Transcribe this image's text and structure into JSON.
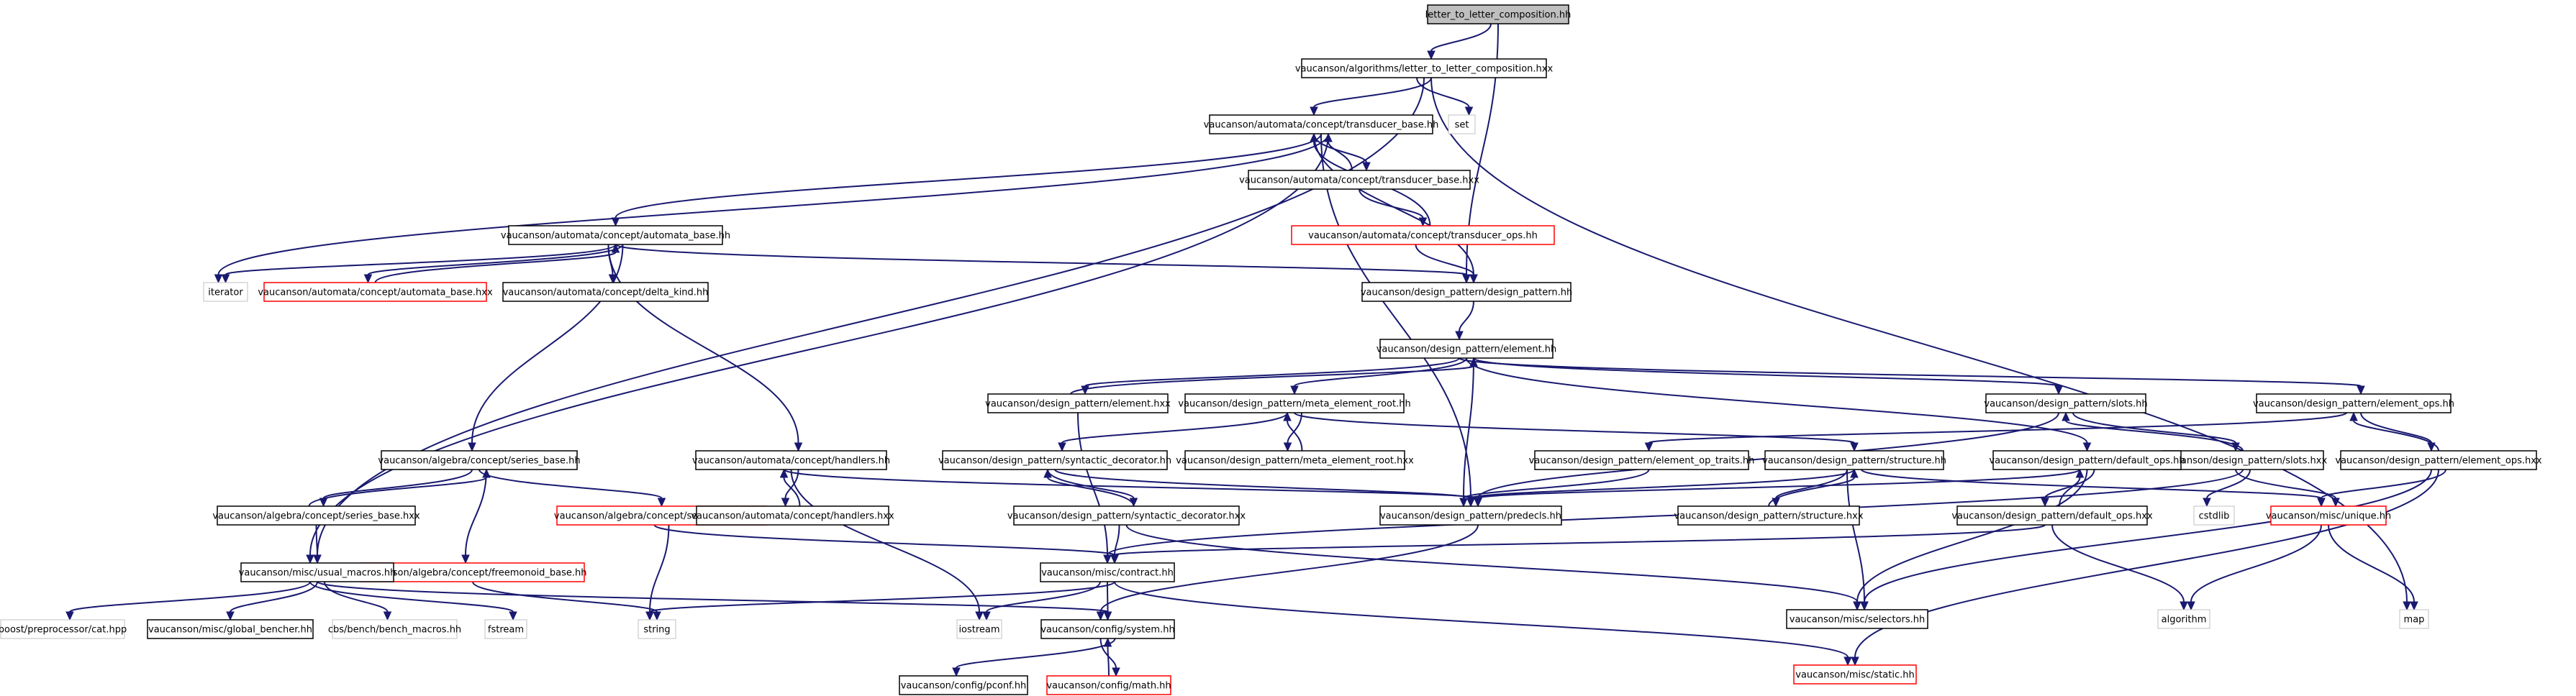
{
  "colors": {
    "edge": "#191970",
    "border_normal": "#000000",
    "border_truncated": "#ff0000",
    "border_external": "#c0c0c0",
    "fill_root": "#bfbfbf",
    "fill_default": "#ffffff"
  },
  "nodes": [
    {
      "id": "n_root",
      "label": "letter_to_letter_composition.hh",
      "style": "root"
    },
    {
      "id": "n_ltl_hxx",
      "label": "vaucanson/algorithms/letter_to_letter_composition.hxx",
      "style": "normal"
    },
    {
      "id": "n_set",
      "label": "set",
      "style": "external"
    },
    {
      "id": "n_map",
      "label": "map",
      "style": "external"
    },
    {
      "id": "n_tb_hh",
      "label": "vaucanson/automata/concept/transducer_base.hh",
      "style": "normal"
    },
    {
      "id": "n_tb_hxx",
      "label": "vaucanson/automata/concept/transducer_base.hxx",
      "style": "normal"
    },
    {
      "id": "n_tops",
      "label": "vaucanson/automata/concept/transducer_ops.hh",
      "style": "truncated"
    },
    {
      "id": "n_ab_hh",
      "label": "vaucanson/automata/concept/automata_base.hh",
      "style": "normal"
    },
    {
      "id": "n_iterator",
      "label": "iterator",
      "style": "external"
    },
    {
      "id": "n_ab_hxx",
      "label": "vaucanson/automata/concept/automata_base.hxx",
      "style": "truncated"
    },
    {
      "id": "n_delta",
      "label": "vaucanson/automata/concept/delta_kind.hh",
      "style": "normal"
    },
    {
      "id": "n_dp_hh",
      "label": "vaucanson/design_pattern/design_pattern.hh",
      "style": "normal"
    },
    {
      "id": "n_el_hh",
      "label": "vaucanson/design_pattern/element.hh",
      "style": "normal"
    },
    {
      "id": "n_el_hxx",
      "label": "vaucanson/design_pattern/element.hxx",
      "style": "normal"
    },
    {
      "id": "n_mer_hh",
      "label": "vaucanson/design_pattern/meta_element_root.hh",
      "style": "normal"
    },
    {
      "id": "n_mer_hxx",
      "label": "vaucanson/design_pattern/meta_element_root.hxx",
      "style": "normal"
    },
    {
      "id": "n_slots_hh",
      "label": "vaucanson/design_pattern/slots.hh",
      "style": "normal"
    },
    {
      "id": "n_slots_hxx",
      "label": "vaucanson/design_pattern/slots.hxx",
      "style": "normal"
    },
    {
      "id": "n_eops_hh",
      "label": "vaucanson/design_pattern/element_ops.hh",
      "style": "normal"
    },
    {
      "id": "n_eops_hxx",
      "label": "vaucanson/design_pattern/element_ops.hxx",
      "style": "normal"
    },
    {
      "id": "n_eopt",
      "label": "vaucanson/design_pattern/element_op_traits.hh",
      "style": "normal"
    },
    {
      "id": "n_syn_hh",
      "label": "vaucanson/design_pattern/syntactic_decorator.hh",
      "style": "normal"
    },
    {
      "id": "n_syn_hxx",
      "label": "vaucanson/design_pattern/syntactic_decorator.hxx",
      "style": "normal"
    },
    {
      "id": "n_str_hh",
      "label": "vaucanson/design_pattern/structure.hh",
      "style": "normal"
    },
    {
      "id": "n_str_hxx",
      "label": "vaucanson/design_pattern/structure.hxx",
      "style": "normal"
    },
    {
      "id": "n_dops_hh",
      "label": "vaucanson/design_pattern/default_ops.hh",
      "style": "normal"
    },
    {
      "id": "n_dops_hxx",
      "label": "vaucanson/design_pattern/default_ops.hxx",
      "style": "normal"
    },
    {
      "id": "n_predecls",
      "label": "vaucanson/design_pattern/predecls.hh",
      "style": "normal"
    },
    {
      "id": "n_sb_hh",
      "label": "vaucanson/algebra/concept/series_base.hh",
      "style": "normal"
    },
    {
      "id": "n_sb_hxx",
      "label": "vaucanson/algebra/concept/series_base.hxx",
      "style": "normal"
    },
    {
      "id": "n_semiring",
      "label": "vaucanson/algebra/concept/semiring_base.hh",
      "style": "truncated"
    },
    {
      "id": "n_freemonoid",
      "label": "vaucanson/algebra/concept/freemonoid_base.hh",
      "style": "truncated"
    },
    {
      "id": "n_handlers_hh",
      "label": "vaucanson/automata/concept/handlers.hh",
      "style": "normal"
    },
    {
      "id": "n_handlers_hxx",
      "label": "vaucanson/automata/concept/handlers.hxx",
      "style": "normal"
    },
    {
      "id": "n_usual",
      "label": "vaucanson/misc/usual_macros.hh",
      "style": "normal"
    },
    {
      "id": "n_contract",
      "label": "vaucanson/misc/contract.hh",
      "style": "normal"
    },
    {
      "id": "n_selectors",
      "label": "vaucanson/misc/selectors.hh",
      "style": "normal"
    },
    {
      "id": "n_unique",
      "label": "vaucanson/misc/unique.hh",
      "style": "truncated"
    },
    {
      "id": "n_cstdlib",
      "label": "cstdlib",
      "style": "external"
    },
    {
      "id": "n_algorithm",
      "label": "algorithm",
      "style": "external"
    },
    {
      "id": "n_static",
      "label": "vaucanson/misc/static.hh",
      "style": "truncated"
    },
    {
      "id": "n_sys",
      "label": "vaucanson/config/system.hh",
      "style": "normal"
    },
    {
      "id": "n_pconf",
      "label": "vaucanson/config/pconf.hh",
      "style": "normal"
    },
    {
      "id": "n_math",
      "label": "vaucanson/config/math.hh",
      "style": "truncated"
    },
    {
      "id": "n_boost",
      "label": "boost/preprocessor/cat.hpp",
      "style": "external"
    },
    {
      "id": "n_bencher",
      "label": "vaucanson/misc/global_bencher.hh",
      "style": "normal"
    },
    {
      "id": "n_cbs",
      "label": "cbs/bench/bench_macros.hh",
      "style": "external"
    },
    {
      "id": "n_fstream",
      "label": "fstream",
      "style": "external"
    },
    {
      "id": "n_string",
      "label": "string",
      "style": "external"
    },
    {
      "id": "n_iostream",
      "label": "iostream",
      "style": "external"
    }
  ]
}
